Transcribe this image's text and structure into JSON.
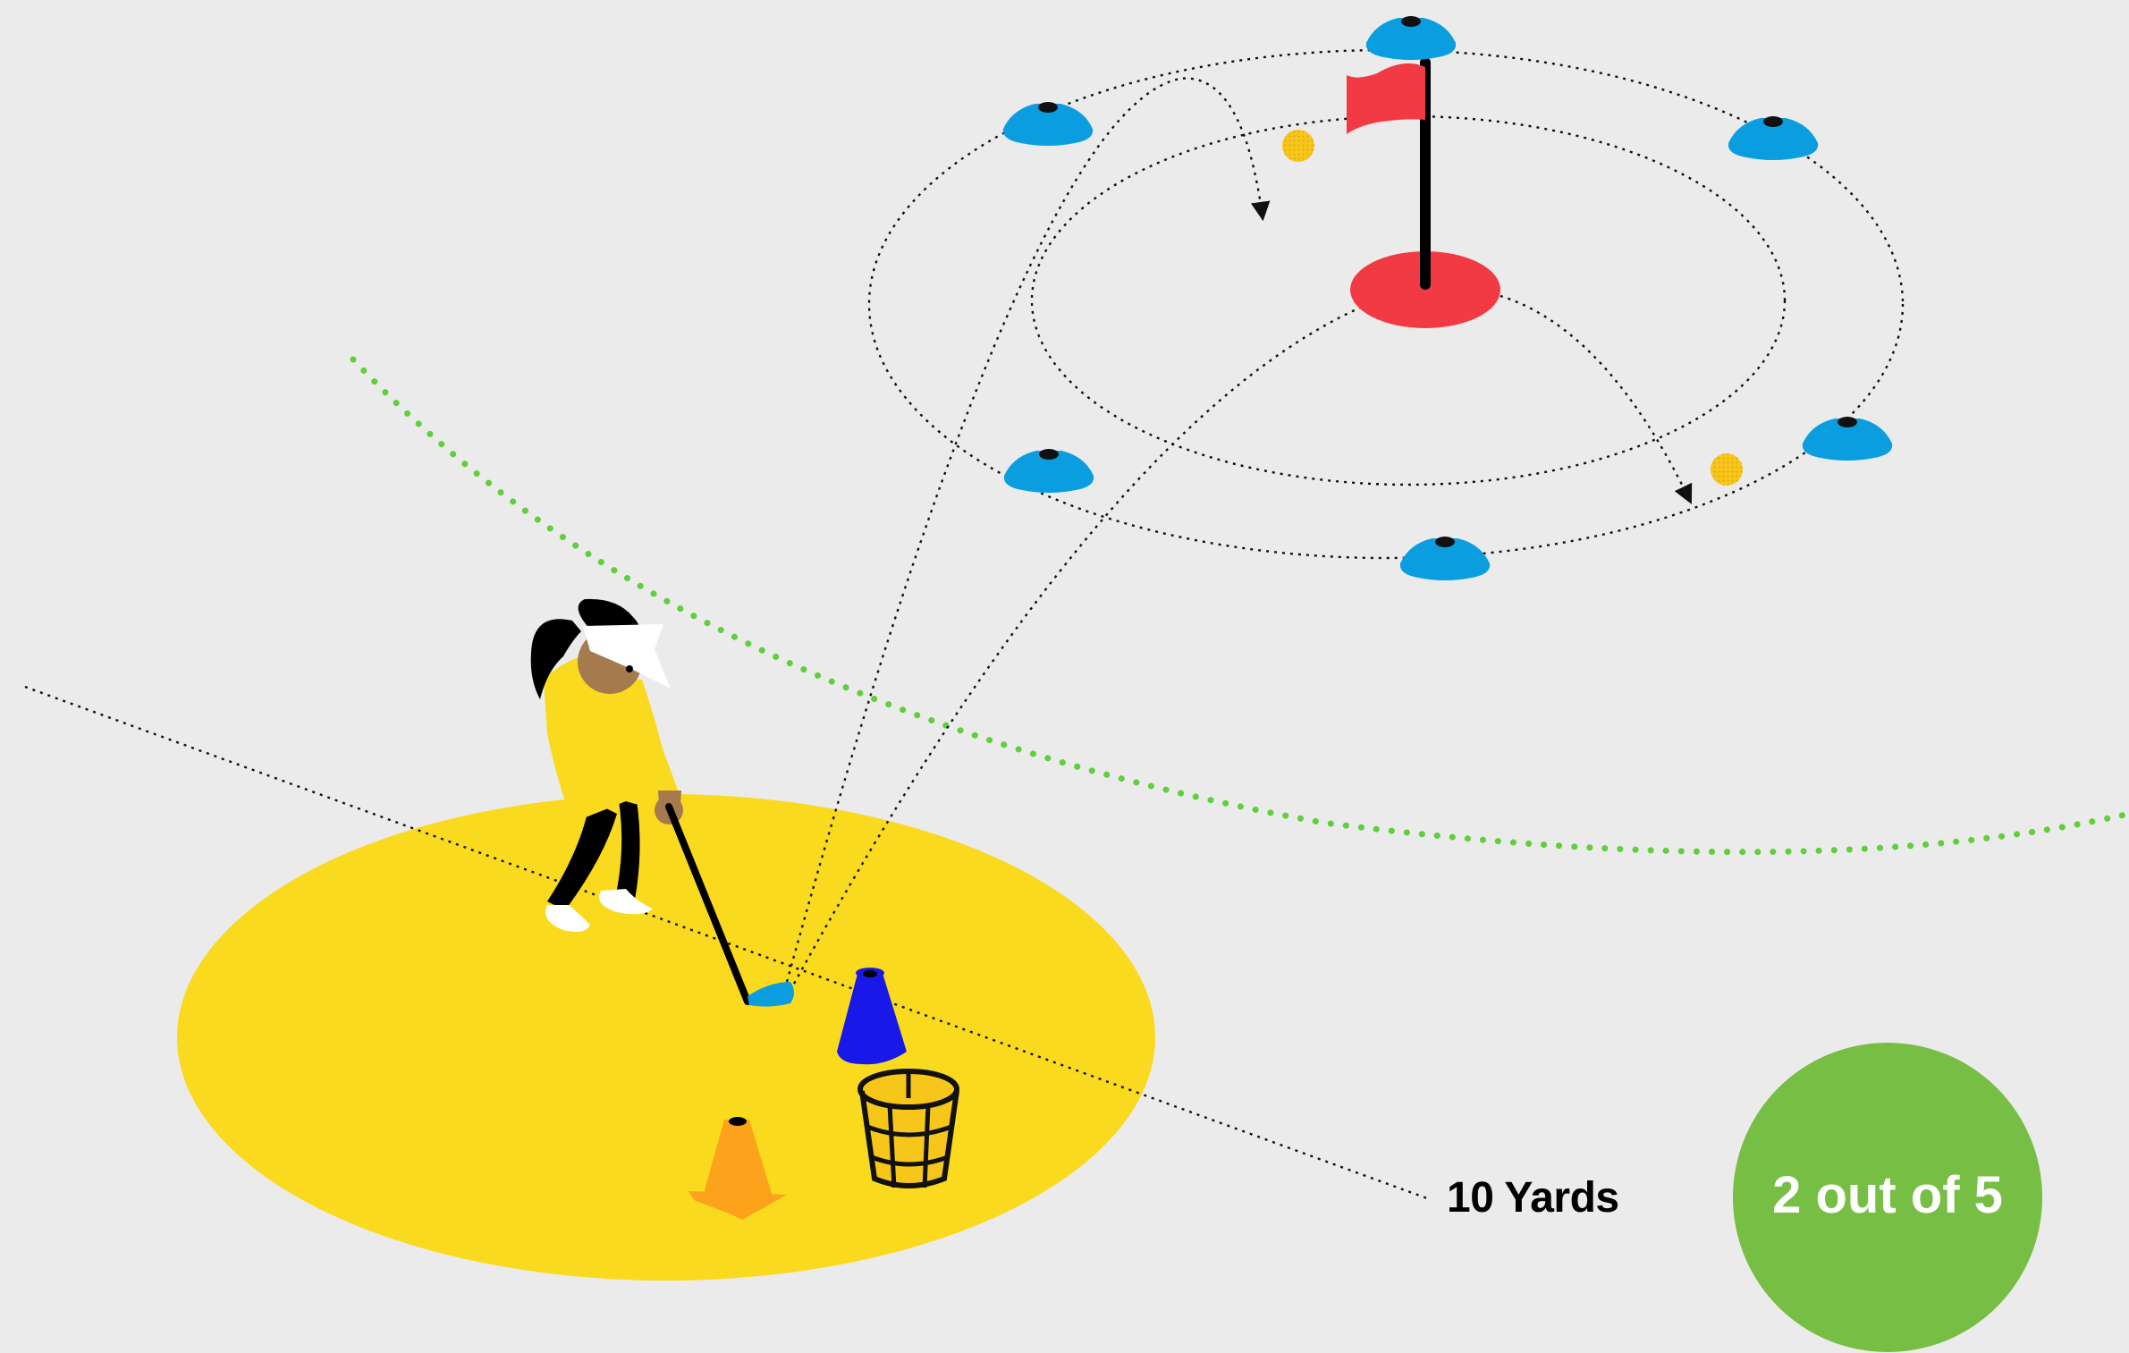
{
  "distance": {
    "label": "10 Yards"
  },
  "score": {
    "text": "2 out of 5"
  },
  "colors": {
    "background": "#ebebeb",
    "hitting_zone": "#f9da1f",
    "target_cones": "#0a9ee0",
    "flag": "#f23a45",
    "hole": "#f23a45",
    "score_badge": "#76be44",
    "zone_boundary_dots": "#5fcf3c",
    "marker_cone": "#1818e8",
    "tee_cone": "#fda31b",
    "golf_ball": "#f7c61a",
    "player_shirt": "#f9da1f",
    "player_skin": "#a57a4d"
  },
  "icons": [
    "golf-flag-icon",
    "target-cone-icon",
    "traffic-cone-icon",
    "ball-basket-icon",
    "golf-ball-icon",
    "golfer-figure"
  ]
}
